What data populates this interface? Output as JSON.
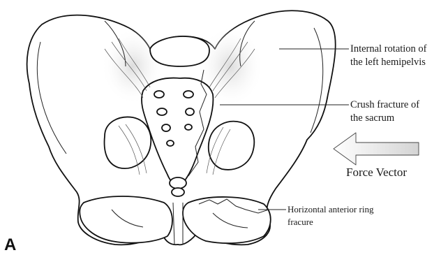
{
  "figure": {
    "panel_letter": "A",
    "annotations": [
      {
        "id": "internal-rotation",
        "lines": [
          "Internal rotation of",
          "the left hemipelvis"
        ]
      },
      {
        "id": "crush-fracture",
        "lines": [
          "Crush fracture of",
          "the sacrum"
        ]
      },
      {
        "id": "horizontal-ring",
        "lines": [
          "Horizontal anterior ring",
          "fracure"
        ]
      }
    ],
    "force_vector_label": "Force Vector",
    "colors": {
      "line": "#111111",
      "arrow_fill_start": "#ffffff",
      "arrow_fill_end": "#d9d9d9",
      "shading": "#e6e6e6"
    }
  }
}
